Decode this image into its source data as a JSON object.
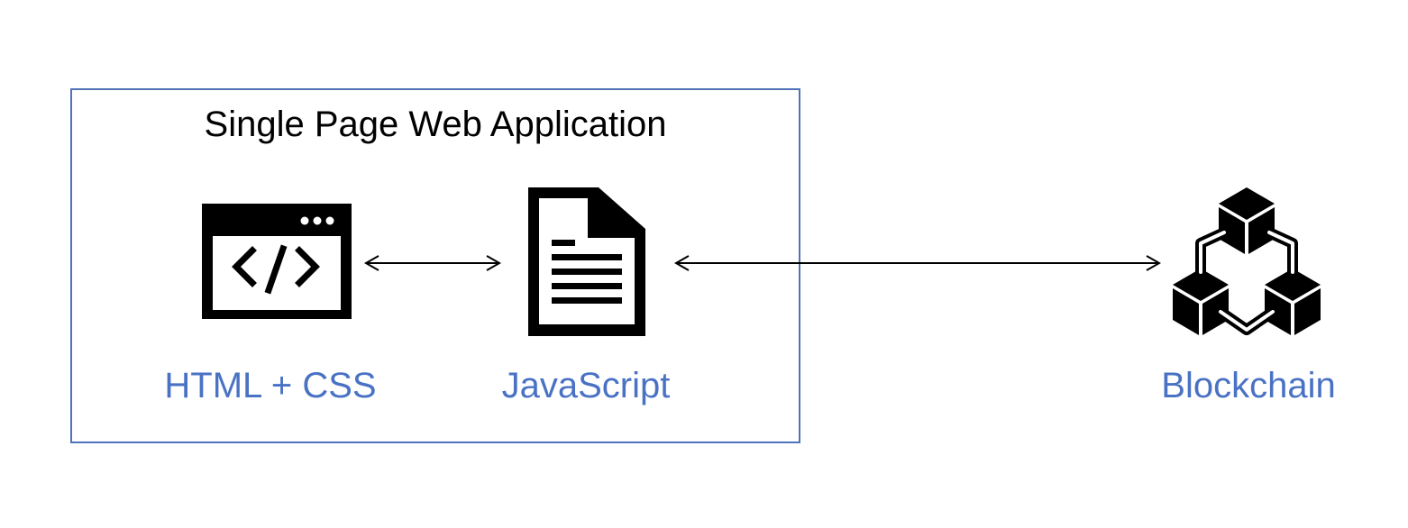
{
  "diagram": {
    "container": {
      "title": "Single Page Web Application"
    },
    "nodes": {
      "html_css": {
        "label": "HTML + CSS",
        "icon": "code-window-icon"
      },
      "javascript": {
        "label": "JavaScript",
        "icon": "document-icon"
      },
      "blockchain": {
        "label": "Blockchain",
        "icon": "blockchain-cubes-icon"
      }
    },
    "edges": [
      {
        "from": "HTML + CSS",
        "to": "JavaScript",
        "direction": "bidirectional"
      },
      {
        "from": "JavaScript",
        "to": "Blockchain",
        "direction": "bidirectional"
      }
    ],
    "colors": {
      "label": "#4a72c4",
      "box_border": "#4f72b8",
      "icon": "#000000"
    }
  }
}
